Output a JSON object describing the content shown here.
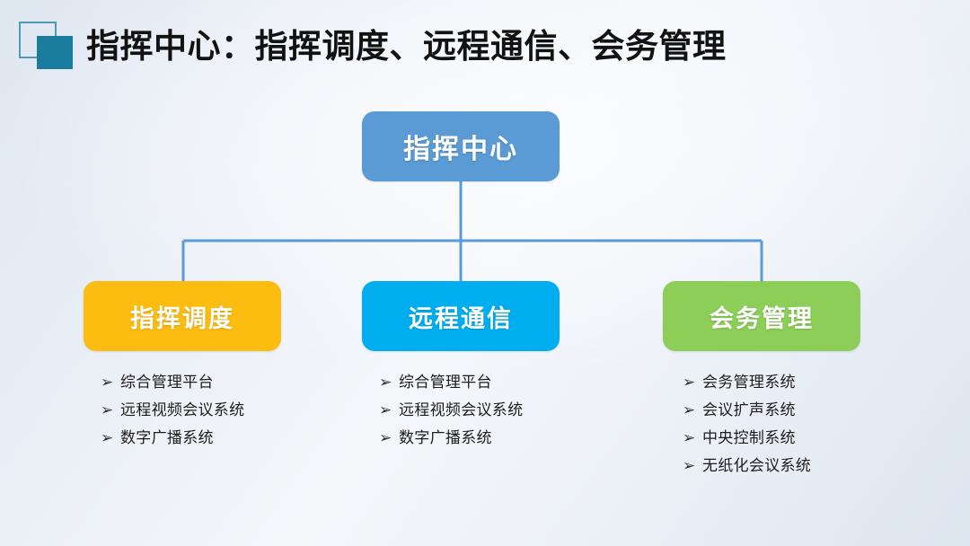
{
  "header": {
    "title": "指挥中心：指挥调度、远程通信、会务管理",
    "logo_icon": "overlapping-squares-icon",
    "logo_outline_color": "#4f9ab5",
    "logo_fill_color": "#1a7c9e"
  },
  "diagram": {
    "type": "org-chart",
    "connector_color": "#5b9bd5",
    "root": {
      "label": "指挥中心",
      "color": "#5b9bd5"
    },
    "branches": [
      {
        "label": "指挥调度",
        "color": "#fdbd10",
        "bullet_icon": "arrowhead-bullet",
        "items": [
          "综合管理平台",
          "远程视频会议系统",
          "数字广播系统"
        ]
      },
      {
        "label": "远程通信",
        "color": "#00aeef",
        "bullet_icon": "arrowhead-bullet",
        "items": [
          "综合管理平台",
          "远程视频会议系统",
          "数字广播系统"
        ]
      },
      {
        "label": "会务管理",
        "color": "#8cce58",
        "bullet_icon": "arrowhead-bullet",
        "items": [
          "会务管理系统",
          "会议扩声系统",
          "中央控制系统",
          "无纸化会议系统"
        ]
      }
    ]
  },
  "glyphs": {
    "arrow_bullet": "➢"
  }
}
